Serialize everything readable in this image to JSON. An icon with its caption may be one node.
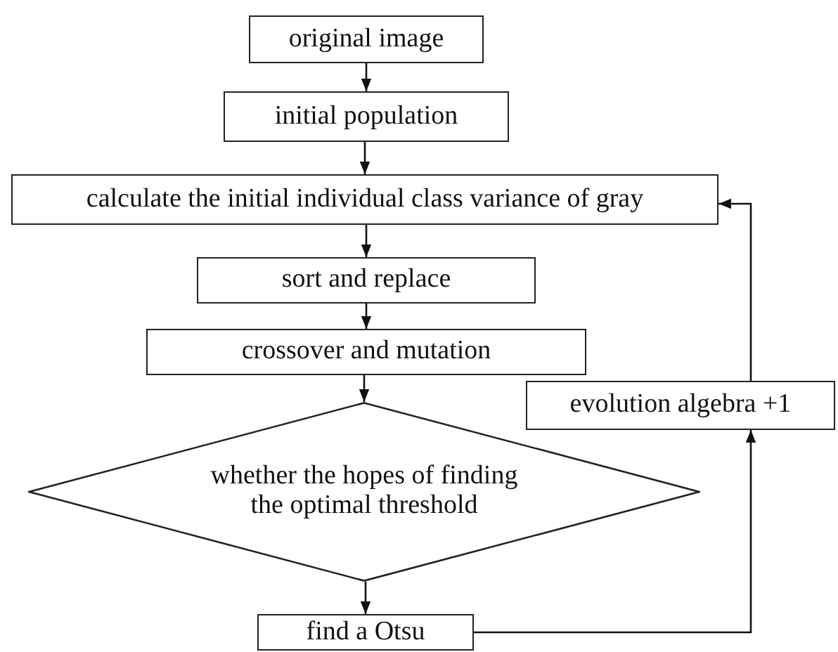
{
  "diagram": {
    "nodes": [
      {
        "text": [
          "original image"
        ]
      },
      {
        "text": [
          "initial population"
        ]
      },
      {
        "text": [
          "calculate the initial individual class variance of gray"
        ]
      },
      {
        "text": [
          "sort and replace"
        ]
      },
      {
        "text": [
          "crossover and mutation"
        ]
      },
      {
        "text": [
          "evolution algebra +1"
        ]
      },
      {
        "text": [
          "whether the hopes of finding the optimal threshold"
        ]
      },
      {
        "text": [
          "find a Otsu"
        ]
      }
    ],
    "edges": [
      {
        "from": 0,
        "to": 1,
        "arrow": "to"
      },
      {
        "from": 1,
        "to": 2,
        "arrow": "to"
      },
      {
        "from": 2,
        "to": 3,
        "arrow": "to"
      },
      {
        "from": 3,
        "to": 4,
        "arrow": "to"
      },
      {
        "from": 4,
        "to": 6,
        "arrow": "to"
      },
      {
        "from": 6,
        "to": 7,
        "arrow": "to"
      },
      {
        "from": 7,
        "to": 5,
        "arrow": "to"
      },
      {
        "from": 5,
        "to": 2,
        "arrow": "to"
      }
    ]
  }
}
